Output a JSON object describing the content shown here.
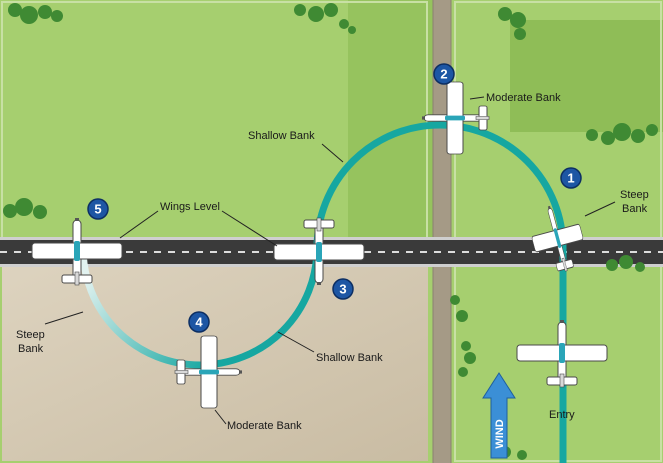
{
  "labels": {
    "moderate_bank_top": "Moderate Bank",
    "shallow_bank_top": "Shallow Bank",
    "wings_level": "Wings Level",
    "steep_bank_right_1": "Steep",
    "steep_bank_right_2": "Bank",
    "steep_bank_left_1": "Steep",
    "steep_bank_left_2": "Bank",
    "shallow_bank_bottom": "Shallow Bank",
    "moderate_bank_bottom": "Moderate Bank",
    "entry": "Entry",
    "wind": "WIND"
  },
  "markers": [
    "1",
    "2",
    "3",
    "4",
    "5"
  ],
  "colors": {
    "field_light": "#a6cf6f",
    "field_dark": "#86b553",
    "plowed": "#d3c7b1",
    "road": "#3a3a3a",
    "road_stripe": "#dcdcdc",
    "dirt_road": "#a59a86",
    "path_teal": "#16a7a1",
    "path_fade": "#d2ecea",
    "marker_blue": "#1d56a4",
    "wind_arrow": "#3b8fd6",
    "tree": "#3f8a33"
  }
}
